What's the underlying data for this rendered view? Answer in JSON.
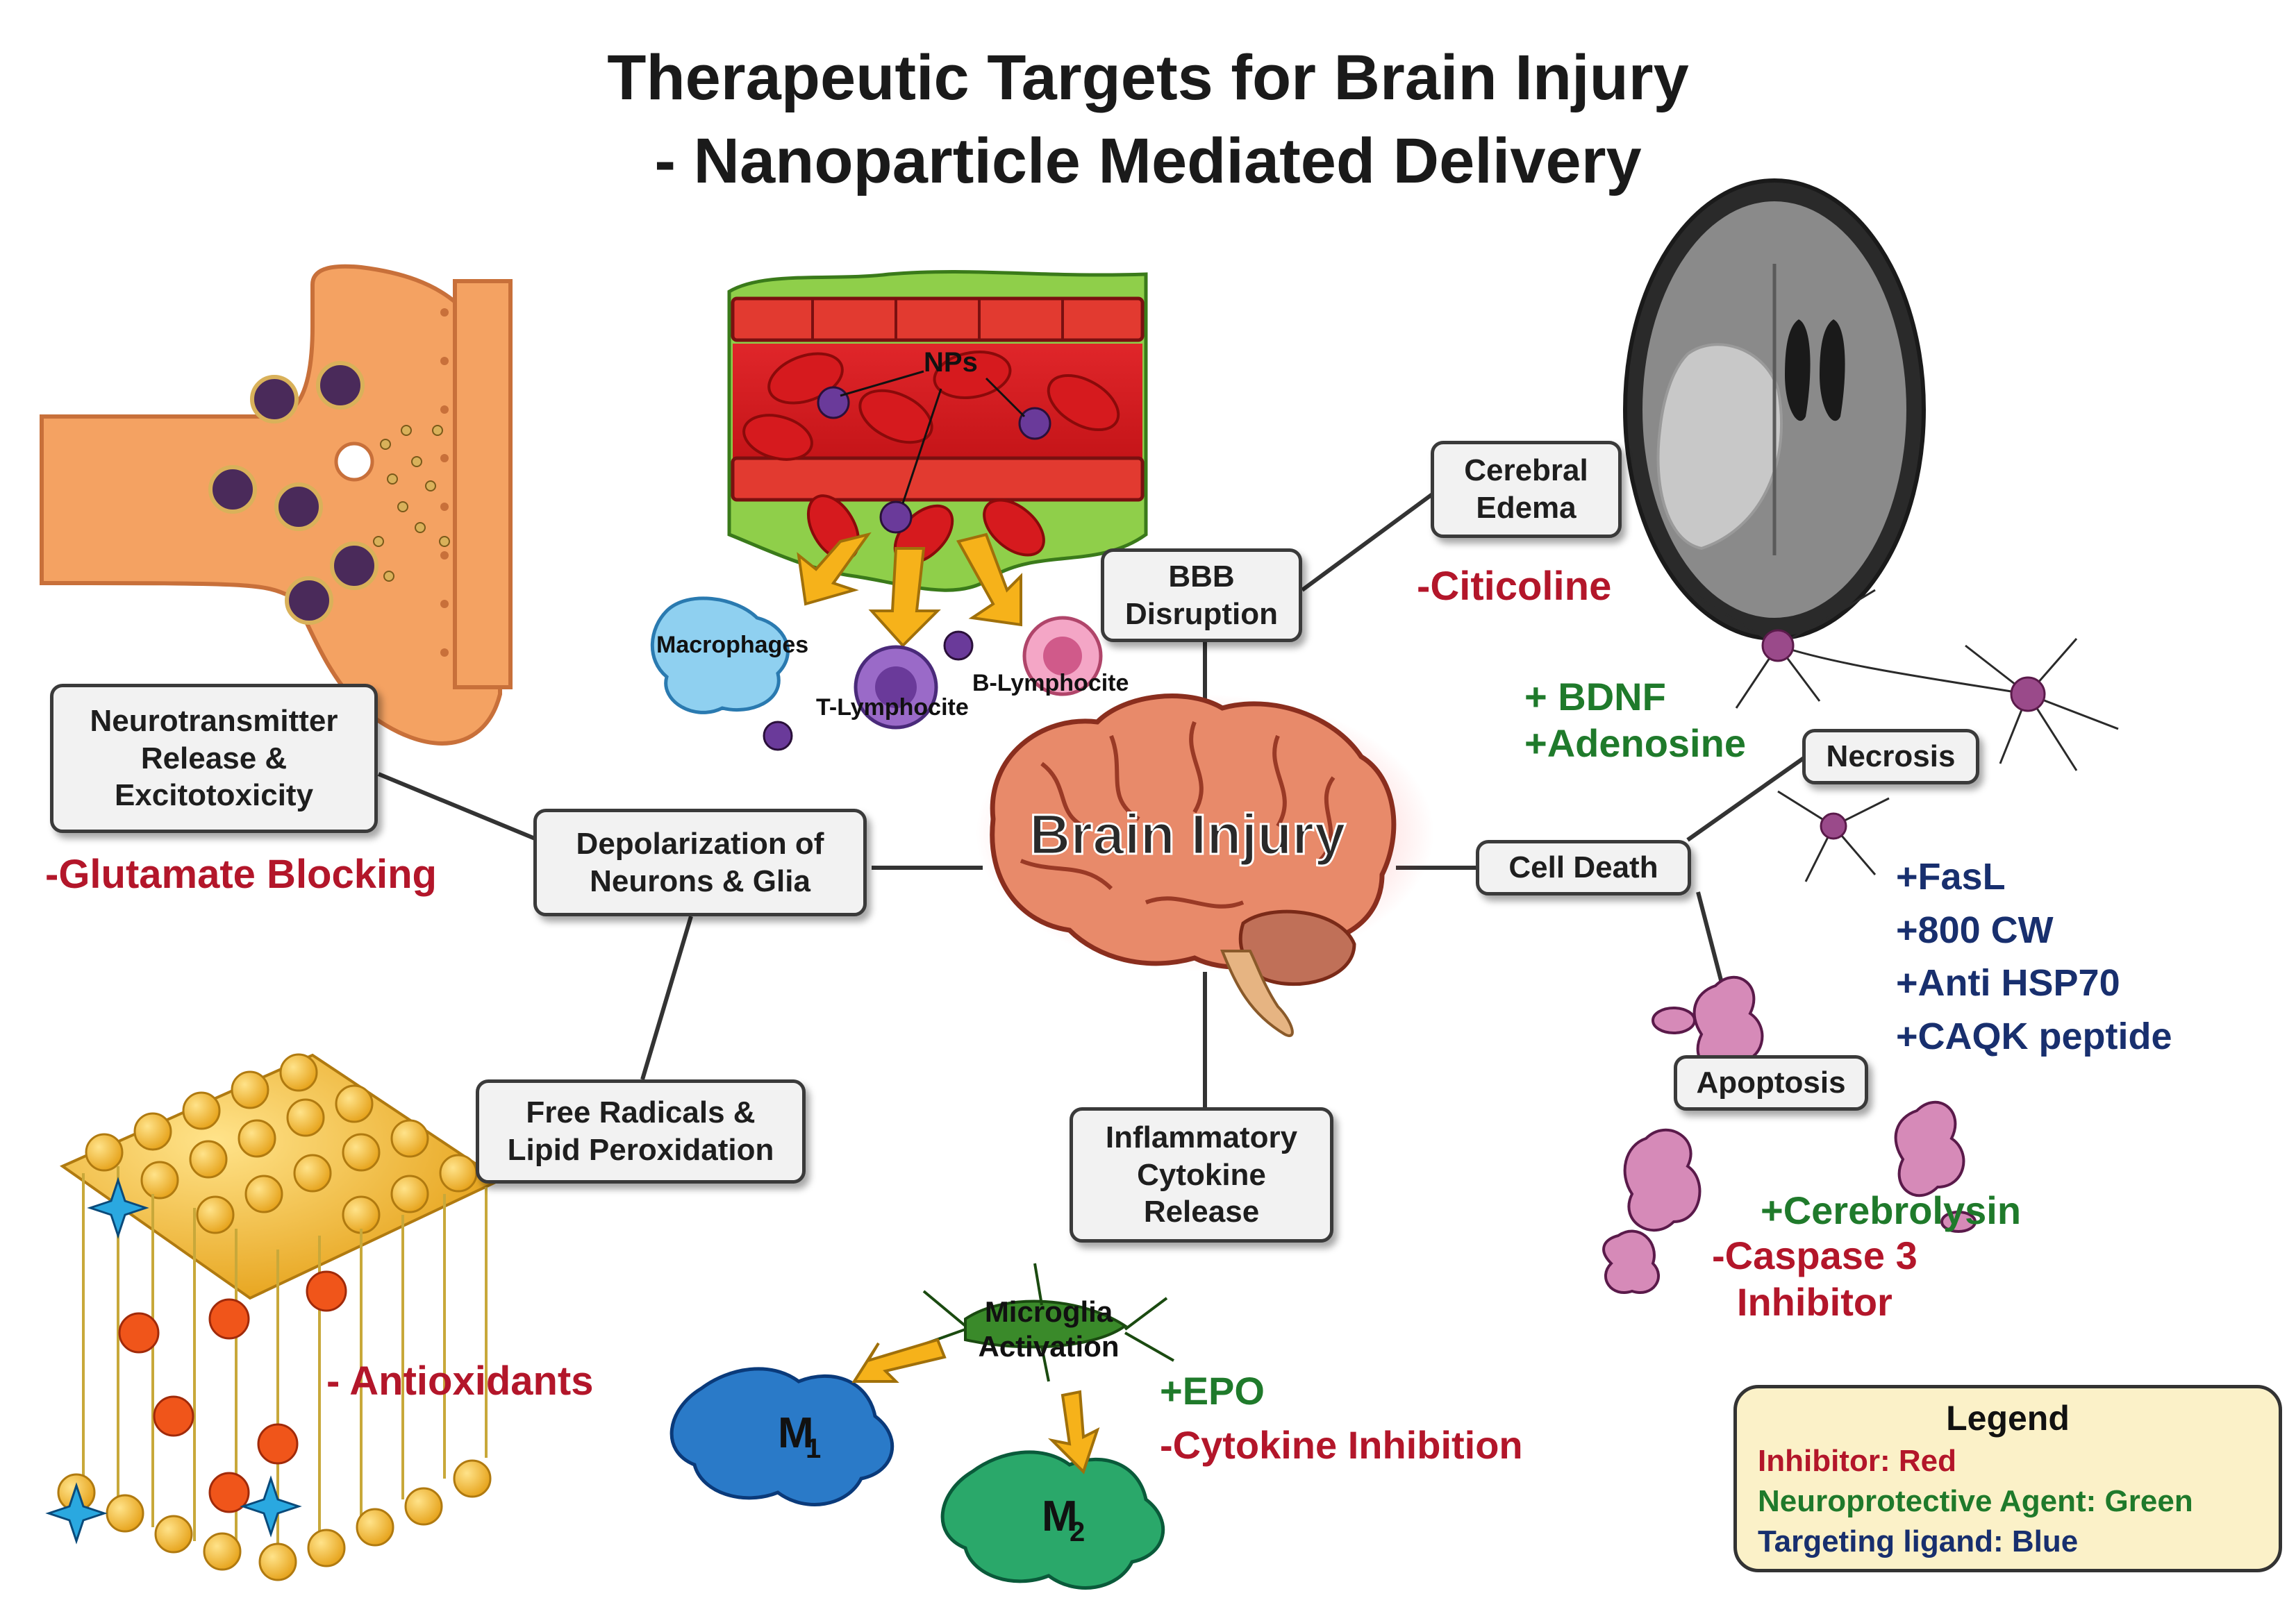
{
  "title": {
    "line1": "Therapeutic Targets for Brain Injury",
    "line2": "- Nanoparticle Mediated Delivery"
  },
  "center_label": "Brain Injury",
  "nodes": {
    "neurotransmitter": "Neurotransmitter\nRelease &\nExcitotoxicity",
    "depolarization": "Depolarization of\nNeurons & Glia",
    "free_radicals": "Free Radicals &\nLipid Peroxidation",
    "inflammatory": "Inflammatory\nCytokine\nRelease",
    "bbb": "BBB\nDisruption",
    "edema": "Cerebral\nEdema",
    "cell_death": "Cell Death",
    "necrosis": "Necrosis",
    "apoptosis": "Apoptosis"
  },
  "agents": {
    "glutamate": "-Glutamate Blocking",
    "citicoline": "-Citicoline",
    "antioxidants": "- Antioxidants",
    "bdnf": "+ BDNF\n+Adenosine",
    "targeting": "+FasL\n+800 CW\n+Anti HSP70\n+CAQK peptide",
    "cerebrolysin": "+Cerebrolysin",
    "caspase": "-Caspase 3\nInhibitor",
    "epo": "+EPO",
    "cytokine_inhibition": "-Cytokine Inhibition"
  },
  "illustration_labels": {
    "nps": "NPs",
    "macrophages": "Macrophages",
    "t_lymphocite": "T-Lymphocite",
    "b_lymphocite": "B-Lymphocite",
    "microglia": "Microglia\nActivation",
    "m1": "M",
    "m1_sub": "1",
    "m2": "M",
    "m2_sub": "2"
  },
  "legend": {
    "title": "Legend",
    "items": [
      {
        "label": "Inhibitor: Red",
        "color": "#b3162a"
      },
      {
        "label": "Neuroprotective Agent: Green",
        "color": "#1f7a2b"
      },
      {
        "label": "Targeting ligand: Blue",
        "color": "#182f6e"
      }
    ]
  },
  "colors": {
    "inhibitor": "#b3162a",
    "neuroprotective": "#1f7a2b",
    "targeting": "#182f6e",
    "node_fill": "#f2f2f2",
    "node_border": "#3a3a3a"
  },
  "icons": [
    "synapse-icon",
    "blood-vessel-icon",
    "brain-icon",
    "brain-scan-icon",
    "neuron-icon",
    "apoptotic-cell-icon",
    "lipid-bilayer-icon",
    "microglia-icon"
  ]
}
